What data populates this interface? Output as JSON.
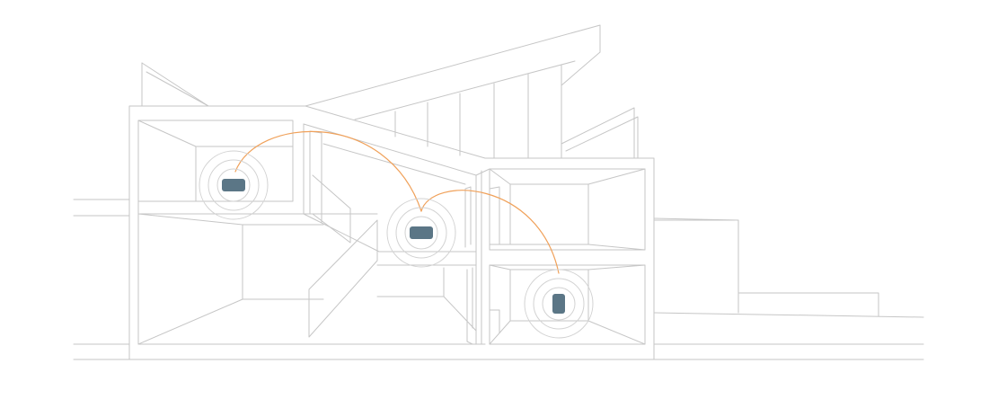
{
  "colors": {
    "background": "#ffffff",
    "line": "#c6c6c6",
    "ring": "#d2d2d2",
    "link": "#f0a15a",
    "device": "#5b7686"
  },
  "devices": [
    {
      "name": "mesh-node-upstairs-left",
      "room": "upper-left-room",
      "shape": "wide"
    },
    {
      "name": "mesh-node-center",
      "room": "middle-room",
      "shape": "wide"
    },
    {
      "name": "mesh-node-lower-right",
      "room": "lower-right-room",
      "shape": "tall"
    }
  ],
  "links": [
    {
      "from": 0,
      "to": 1
    },
    {
      "from": 1,
      "to": 2
    }
  ]
}
